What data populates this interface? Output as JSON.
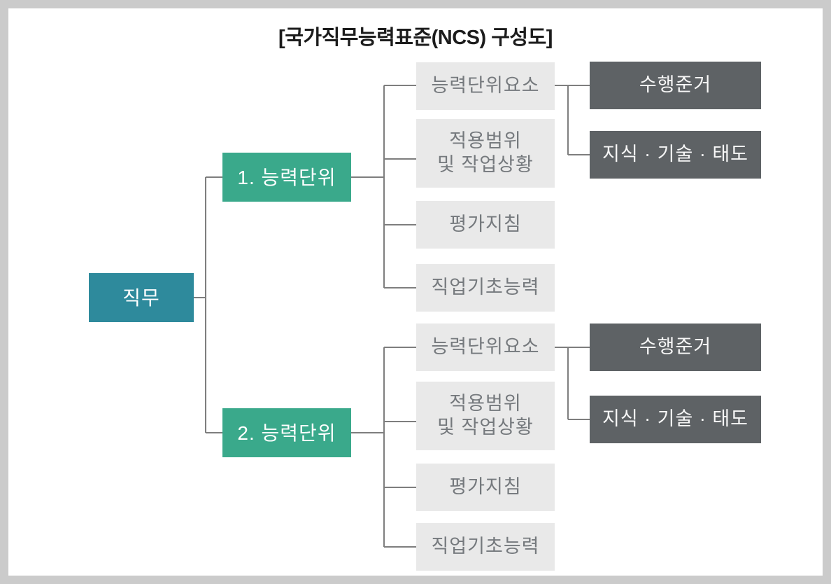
{
  "title": "[국가직무능력표준(NCS) 구성도]",
  "colors": {
    "frame_bg": "#cbcbcb",
    "canvas_bg": "#ffffff",
    "job_bg": "#2e8a9c",
    "unit_bg": "#3aa98b",
    "detail_bg": "#e9e9e9",
    "detail_text": "#75797d",
    "leaf_bg": "#5e6265",
    "leaf_text": "#f7f7f7",
    "line": "#7e7e7e",
    "title_text": "#1c1c1c"
  },
  "tree": {
    "root": {
      "label": "직무"
    },
    "units": [
      {
        "label": "1. 능력단위",
        "children": [
          {
            "label": "능력단위요소"
          },
          {
            "label": "적용범위\n및 작업상황"
          },
          {
            "label": "평가지침"
          },
          {
            "label": "직업기초능력"
          }
        ],
        "leaves": [
          {
            "label": "수행준거"
          },
          {
            "label": "지식 · 기술 · 태도"
          }
        ]
      },
      {
        "label": "2. 능력단위",
        "children": [
          {
            "label": "능력단위요소"
          },
          {
            "label": "적용범위\n및 작업상황"
          },
          {
            "label": "평가지침"
          },
          {
            "label": "직업기초능력"
          }
        ],
        "leaves": [
          {
            "label": "수행준거"
          },
          {
            "label": "지식 · 기술 · 태도"
          }
        ]
      }
    ]
  }
}
